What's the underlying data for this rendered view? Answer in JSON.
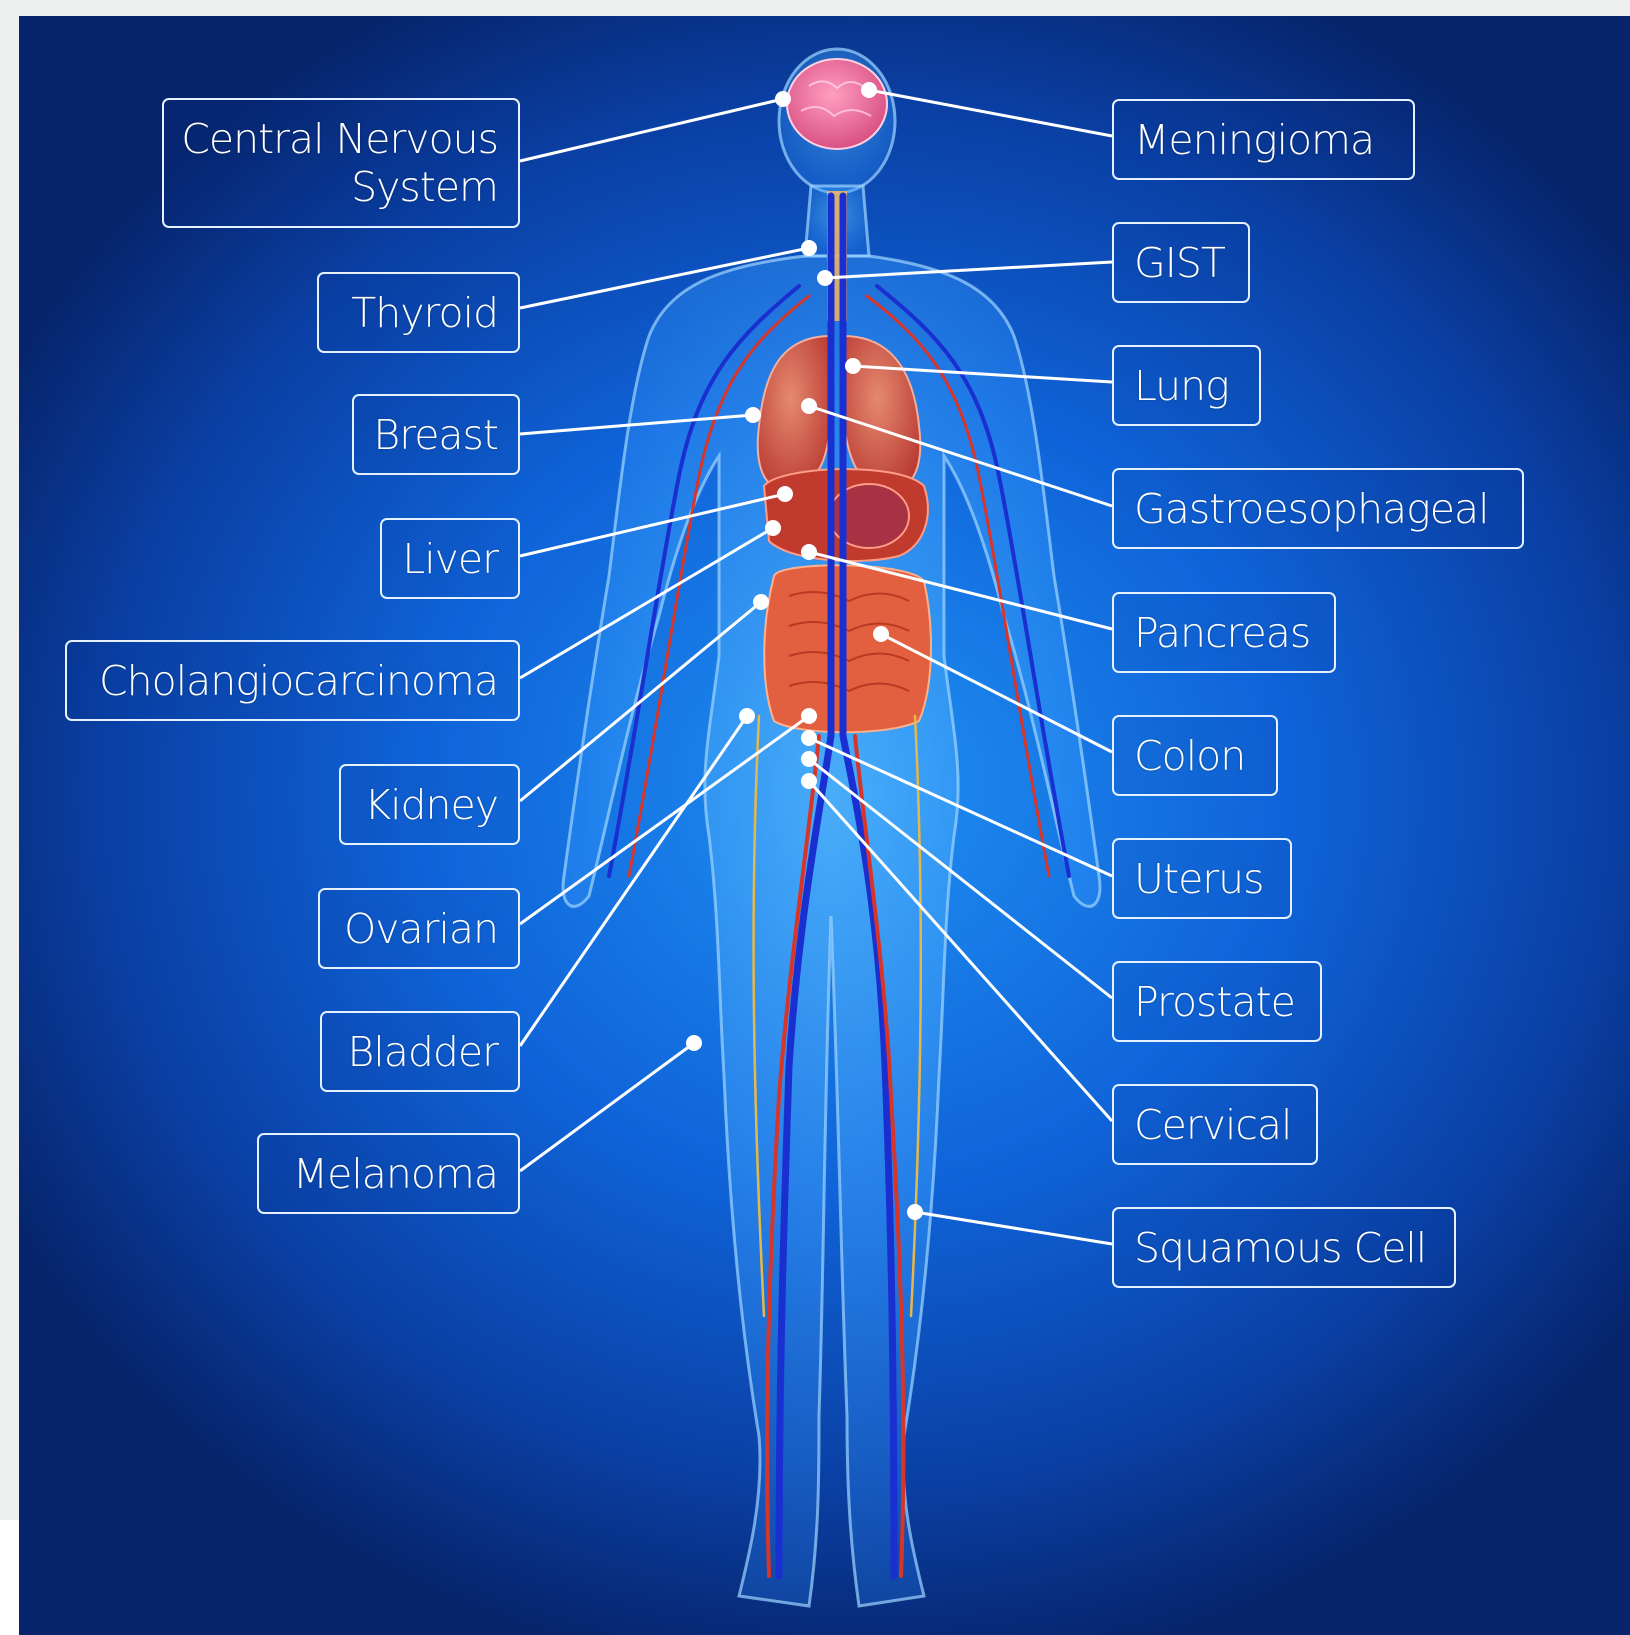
{
  "colors": {
    "background_center": "#1f8ff2",
    "background_edge": "#06246b",
    "label_border": "#e6f1ff",
    "leader_line": "#ffffff",
    "organ_red": "#d9533f",
    "vessel_blue": "#1a2fd0",
    "body_glow": "#4fb3ff"
  },
  "labels": {
    "left": {
      "cns": "Central Nervous\nSystem",
      "thyroid": "Thyroid",
      "breast": "Breast",
      "liver": "Liver",
      "cholangio": "Cholangiocarcinoma",
      "kidney": "Kidney",
      "ovarian": "Ovarian",
      "bladder": "Bladder",
      "melanoma": "Melanoma"
    },
    "right": {
      "meningioma": "Meningioma",
      "gist": "GIST",
      "lung": "Lung",
      "gastro": "Gastroesophageal",
      "pancreas": "Pancreas",
      "colon": "Colon",
      "uterus": "Uterus",
      "prostate": "Prostate",
      "cervical": "Cervical",
      "squamous": "Squamous Cell"
    }
  }
}
